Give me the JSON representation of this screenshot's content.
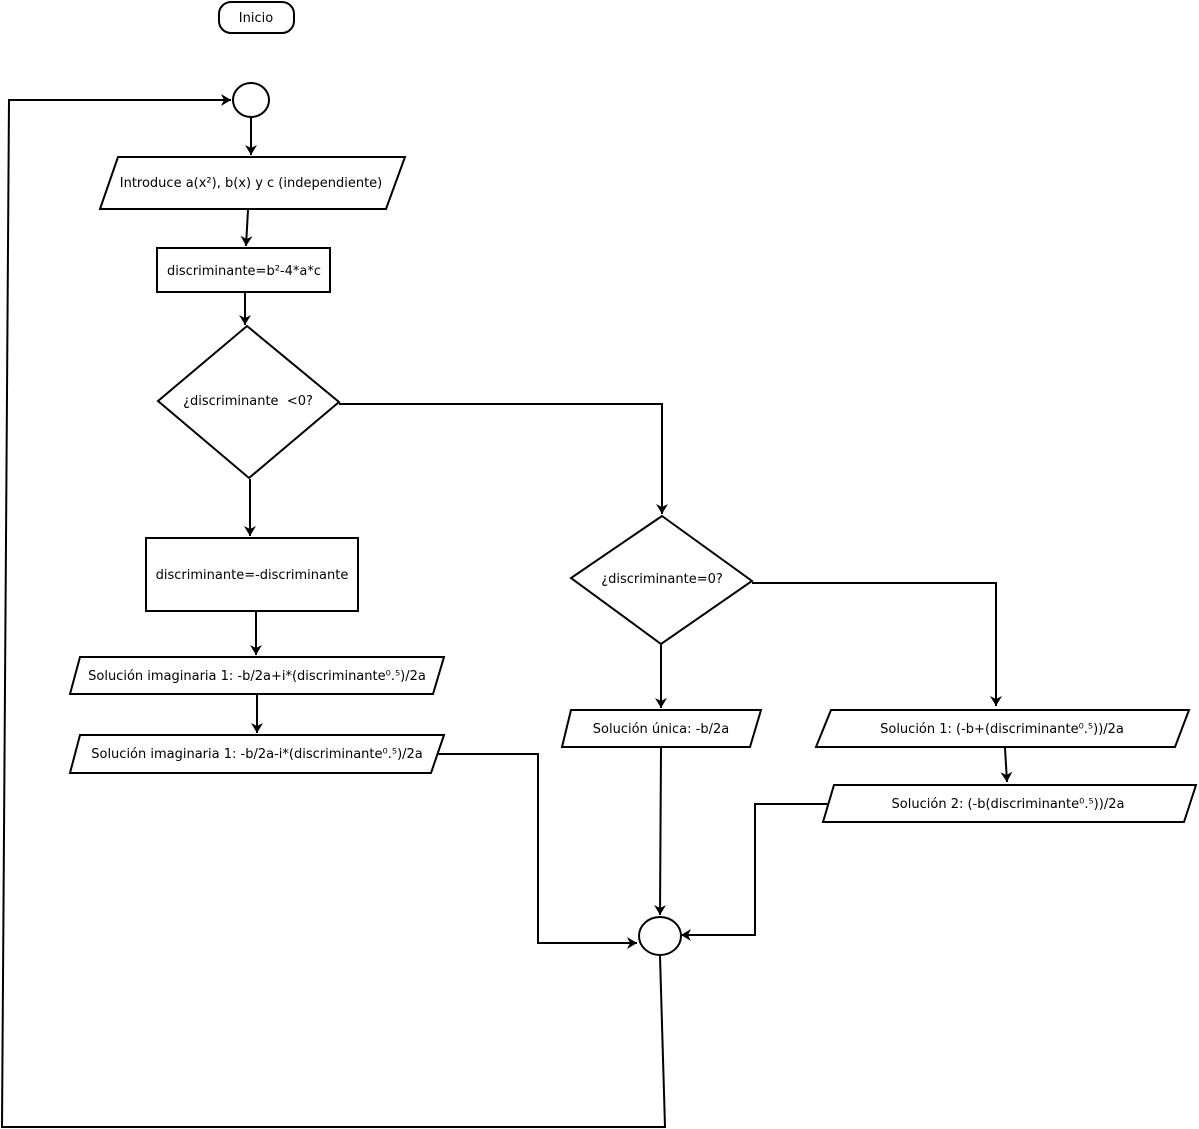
{
  "diagram": {
    "start_label": "Inicio",
    "input_label": "Introduce a(x²), b(x) y c (independiente)",
    "discriminant_calc": "discriminante=b²-4*a*c",
    "decision_negative": "¿discriminante  <0?",
    "negate_discriminant": "discriminante=-discriminante",
    "imaginary_solution_1": "Solución imaginaria 1: -b/2a+i*(discriminante⁰.⁵)/2a",
    "imaginary_solution_2": "Solución imaginaria 1: -b/2a-i*(discriminante⁰.⁵)/2a",
    "decision_zero": "¿discriminante=0?",
    "unique_solution": "Solución única: -b/2a",
    "solution_1": "Solución 1: (-b+(discriminante⁰.⁵))/2a",
    "solution_2": "Solución 2: (-b(discriminante⁰.⁵))/2a"
  }
}
